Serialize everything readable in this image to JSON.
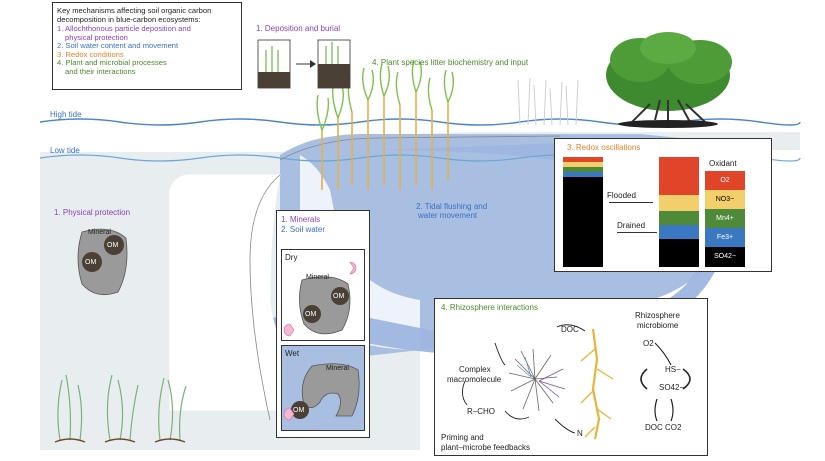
{
  "key": {
    "title_line1": "Key mechanisms affecting soil organic carbon",
    "title_line2": "decomposition in blue-carbon ecosystems:",
    "items": [
      {
        "line1": "1. Allochthonous particle deposition and",
        "line2": "physical protection"
      },
      {
        "line1": "2. Soil water content and movement",
        "line2": ""
      },
      {
        "line1": "3. Redox conditions",
        "line2": ""
      },
      {
        "line1": "4. Plant and microbial processes",
        "line2": "and their interactions"
      }
    ]
  },
  "tides": {
    "high": "High tide",
    "low": "Low tide"
  },
  "labels": {
    "deposition": "1. Deposition and burial",
    "litter": "4. Plant species litter biochemistry and input",
    "physical": "1. Physical protection",
    "tidal_line1": "2. Tidal flushing and",
    "tidal_line2": "water movement",
    "mineral": "Mineral",
    "om": "OM"
  },
  "minerals_box": {
    "title1": "1. Minerals",
    "title2": "2. Soil water",
    "dry": "Dry",
    "wet": "Wet",
    "mineral": "Mineral",
    "om": "OM"
  },
  "redox": {
    "title": "3. Redox oscillations",
    "flooded": "Flooded",
    "drained": "Drained",
    "oxidant": "Oxidant",
    "species": [
      "O2",
      "NO3−",
      "Mn4+",
      "Fe3+",
      "SO42−"
    ],
    "colors": {
      "o2": "#e0452a",
      "no3": "#f2cf6b",
      "mn": "#4e8a3a",
      "fe": "#3a78c2",
      "so4": "#000000"
    }
  },
  "rhizo": {
    "title": "4. Rhizosphere interactions",
    "doc": "DOC",
    "microbiome1": "Rhizosphere",
    "microbiome2": "microbiome",
    "complex1": "Complex",
    "complex2": "macromolecule",
    "rcho": "R–CHO",
    "priming1": "Priming and",
    "priming2": "plant–microbe feedbacks",
    "n": "N",
    "o2": "O2",
    "hs": "HS−",
    "so4": "SO42−",
    "doc_co2": "DOC  CO2"
  }
}
